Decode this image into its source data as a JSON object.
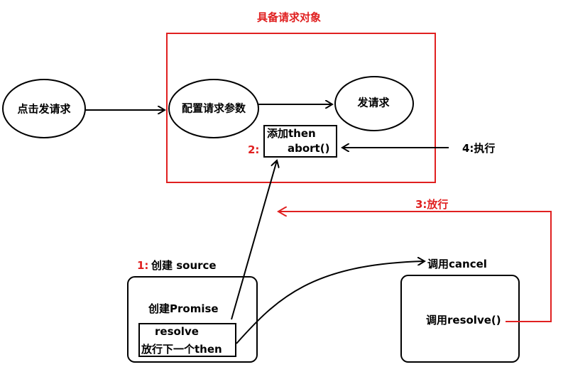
{
  "diagram": {
    "title": "具备请求对象",
    "nodes": {
      "click_send": "点击发请求",
      "config_params": "配置请求参数",
      "send_request": "发请求",
      "add_then": "添加then",
      "abort": "abort()",
      "execute": "4:执行",
      "step2": "2:",
      "release": "3:放行",
      "step1_num": "1:",
      "create_source": "创建 source",
      "create_promise": "创建Promise",
      "resolve": "resolve",
      "release_next_then": "放行下一个then",
      "call_cancel": "调用cancel",
      "call_resolve": "调用resolve()"
    },
    "colors": {
      "stroke": "#000000",
      "accent": "#e02020"
    }
  }
}
